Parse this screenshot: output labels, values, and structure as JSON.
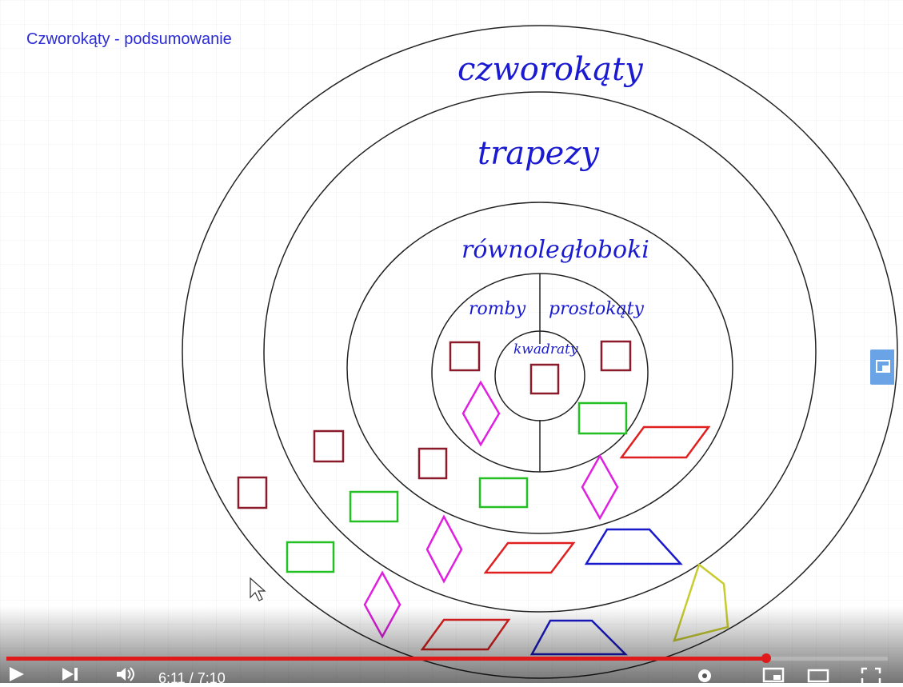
{
  "video": {
    "title": "Czworokąty - podsumowanie",
    "labels": {
      "quadrilaterals": "czworokąty",
      "trapezoids": "trapezy",
      "parallelograms": "równoległoboki",
      "rhombuses": "romby",
      "rectangles": "prostokąty",
      "squares": "kwadraty"
    },
    "colors": {
      "square": "#8b1a2a",
      "rectangle": "#22c022",
      "rhombus": "#e020e0",
      "parallelogram": "#e02020",
      "trapezoid": "#1a1acc",
      "quadrilateral": "#c8cc30",
      "handwriting": "#1a1ad0"
    }
  },
  "player": {
    "time_display": "6:11 / 7:10",
    "progress_fraction": 0.862,
    "progress_color": "#e01a1a",
    "icons": [
      "play-icon",
      "next-icon",
      "volume-icon",
      "settings-icon",
      "miniplayer-icon",
      "theater-icon",
      "fullscreen-icon",
      "pip-icon",
      "mouse-cursor-icon"
    ]
  }
}
